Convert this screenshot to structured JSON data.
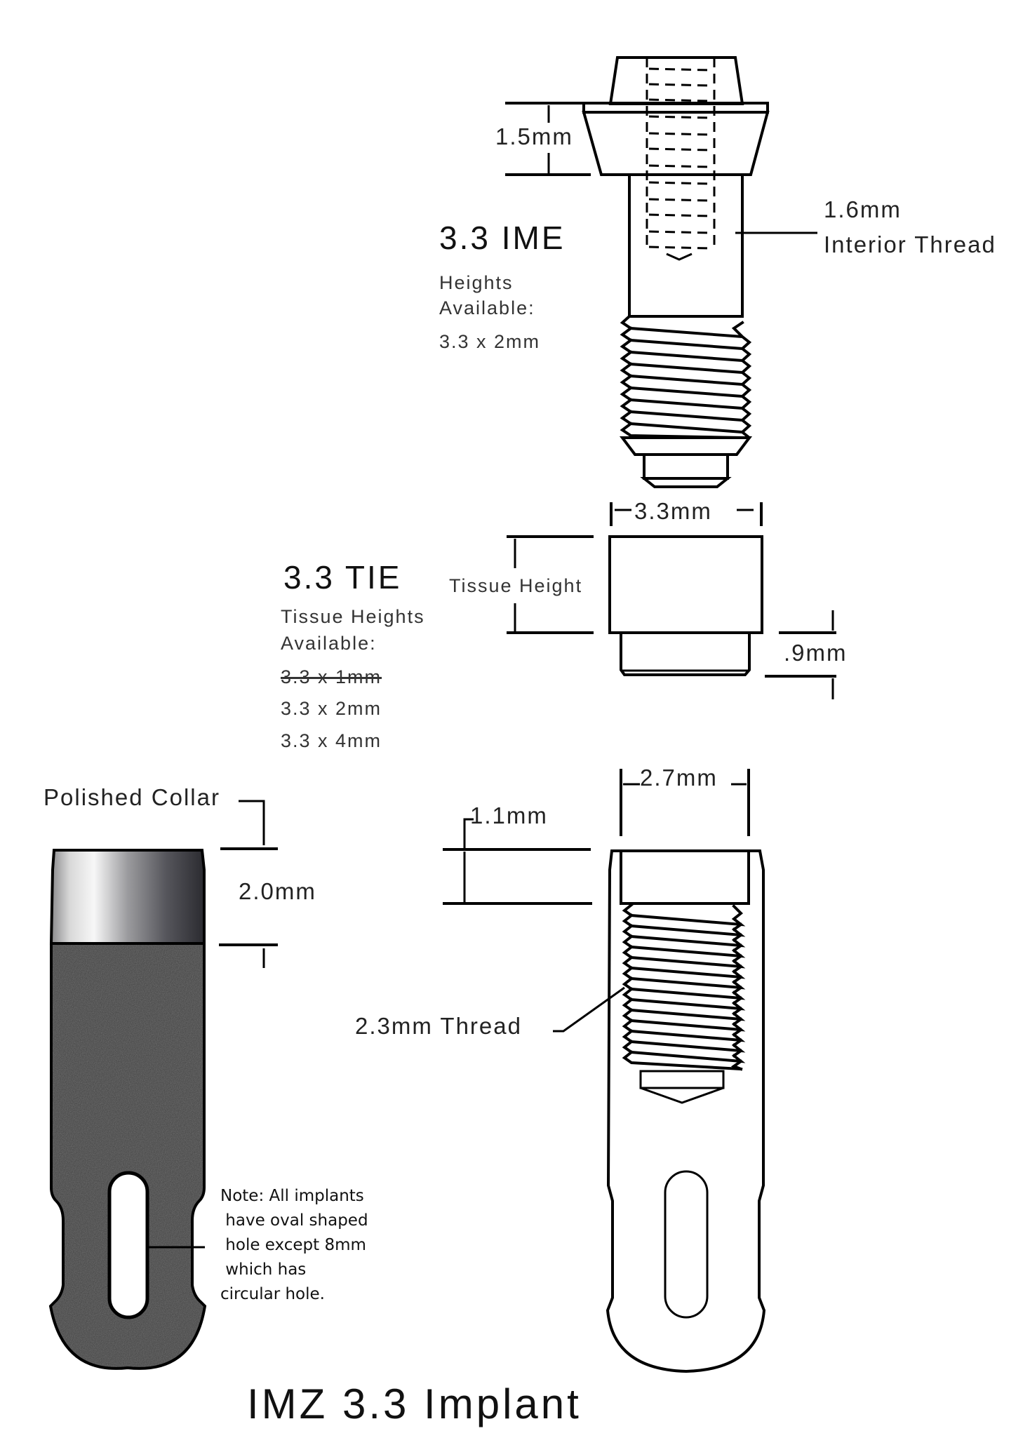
{
  "title": "IMZ 3.3 Implant",
  "ime": {
    "name": "3.3 IME",
    "heights_label_1": "Heights",
    "heights_label_2": "Available:",
    "sizes": [
      "3.3 x 2mm"
    ],
    "head_height_dim": "1.5mm",
    "interior_thread_dim": "1.6mm",
    "interior_thread_label": "Interior Thread"
  },
  "tie": {
    "name": "3.3 TIE",
    "heights_label_1": "Tissue Heights",
    "heights_label_2": "Available:",
    "sizes": [
      {
        "value": "3.3 x 1mm",
        "discontinued": true
      },
      {
        "value": "3.3 x 2mm",
        "discontinued": false
      },
      {
        "value": "3.3 x 4mm",
        "discontinued": false
      }
    ],
    "width_dim": "3.3mm",
    "tissue_height_label": "Tissue Height",
    "base_height_dim": ".9mm"
  },
  "implant": {
    "collar_label": "Polished Collar",
    "collar_height_dim": "2.0mm",
    "top_width_dim": "2.7mm",
    "counterbore_dim": "1.1mm",
    "thread_label": "2.3mm Thread",
    "note": "Note: All implants\n have oval shaped\n hole except 8mm\n which has\ncircular hole."
  },
  "colors": {
    "line": "#000000",
    "collar_light": "#f2f2f2",
    "collar_dark": "#2e2e33",
    "body_texture": "#4a4a4a",
    "background": "#ffffff"
  }
}
